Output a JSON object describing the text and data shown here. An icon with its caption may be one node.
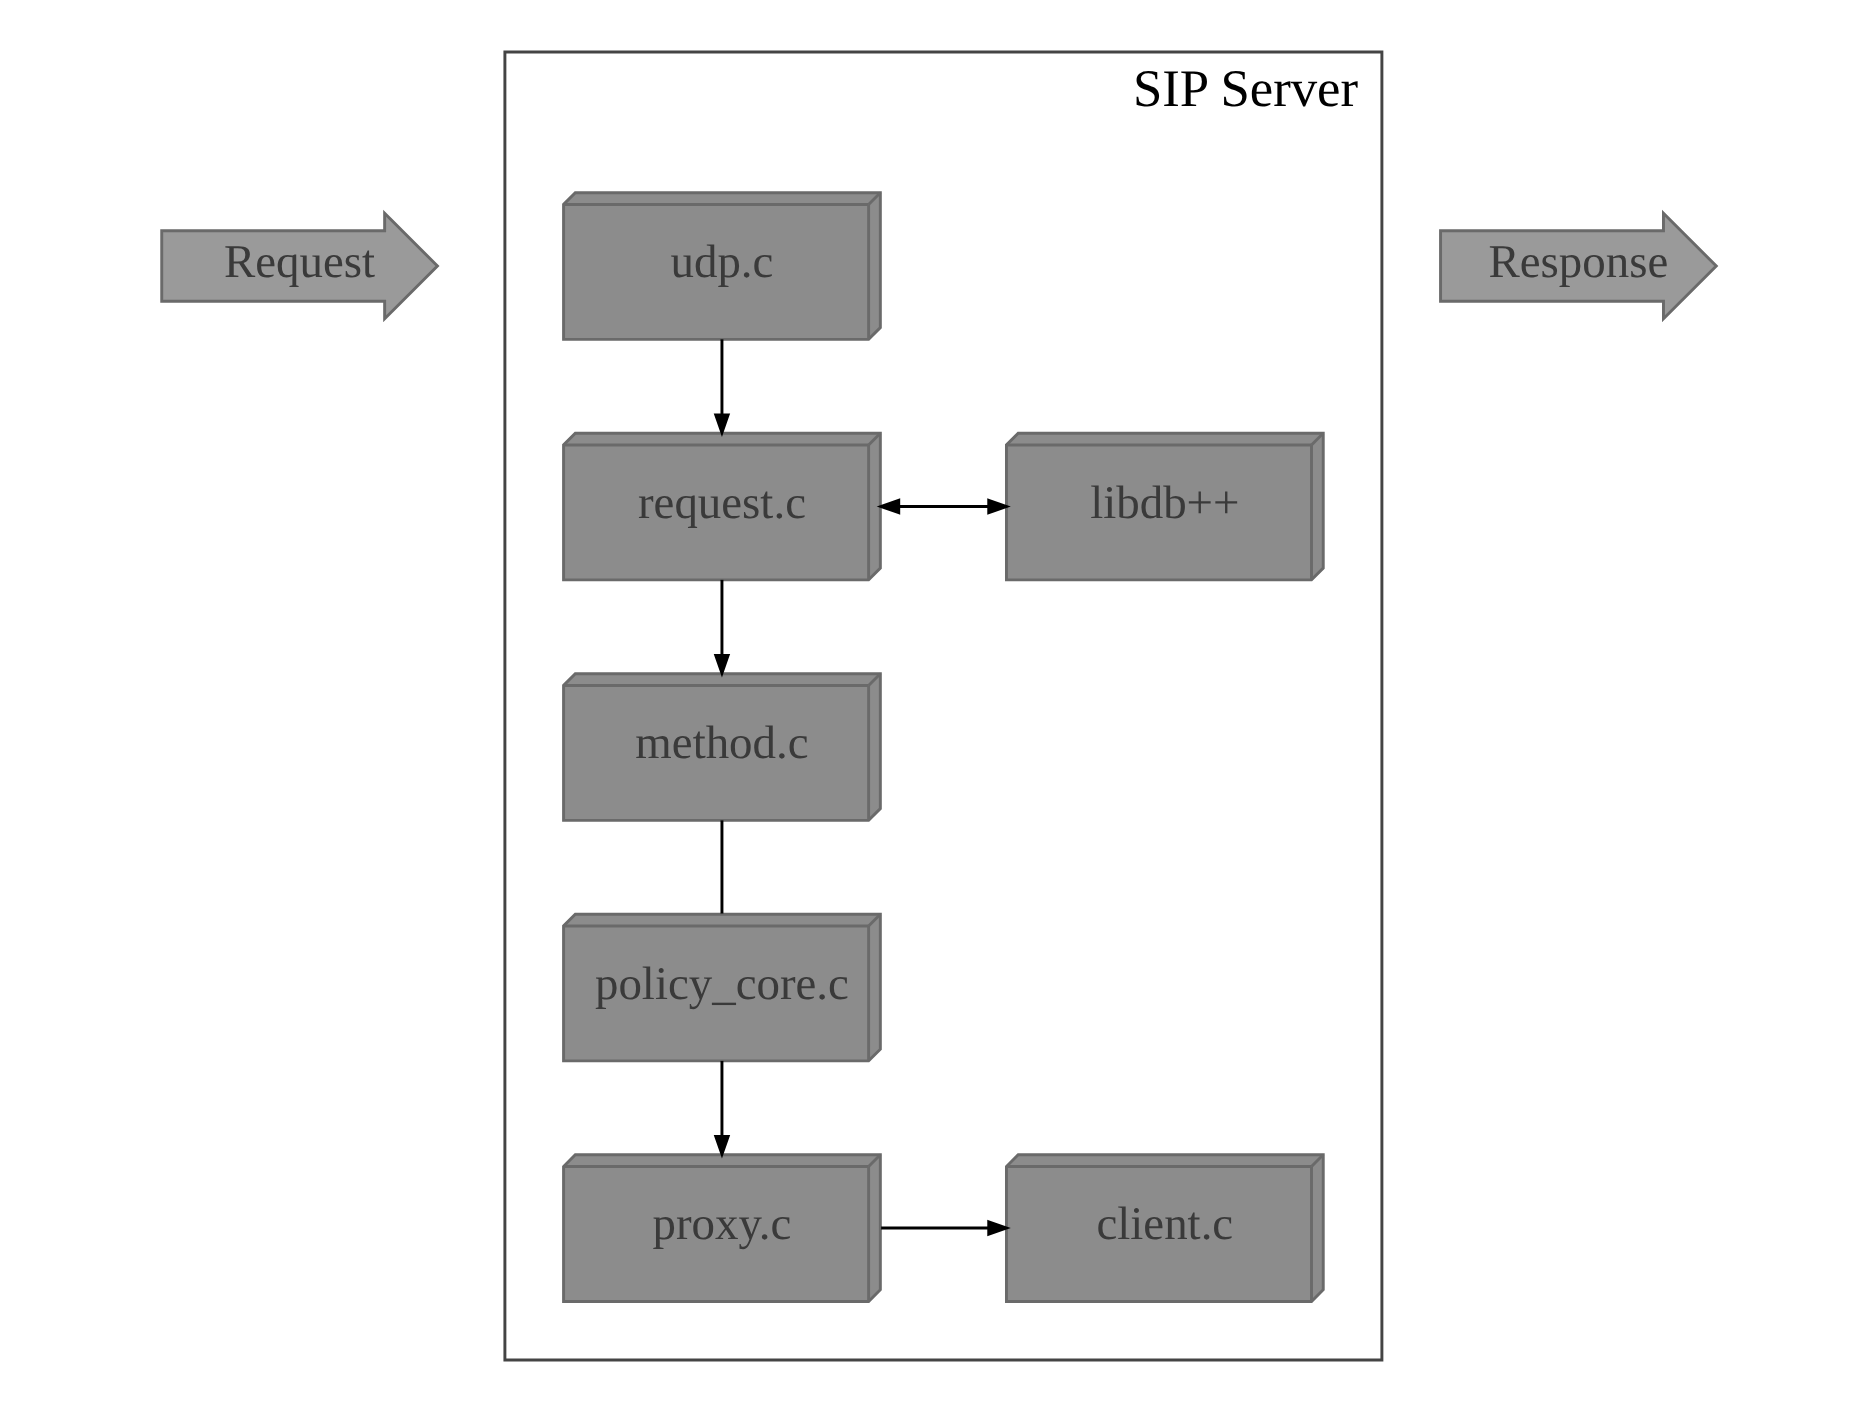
{
  "diagram": {
    "nodes": [
      {
        "text": [
          "Request"
        ]
      },
      {
        "text": [
          "SIP Server"
        ]
      },
      {
        "text": [
          "udp.c"
        ],
        "in": 1
      },
      {
        "text": [
          "request.c"
        ],
        "in": 1
      },
      {
        "text": [
          "libdb++"
        ],
        "in": 1
      },
      {
        "text": [
          "method.c"
        ],
        "in": 1
      },
      {
        "text": [
          "policy_core.c"
        ],
        "in": 1
      },
      {
        "text": [
          "proxy.c"
        ],
        "in": 1
      },
      {
        "text": [
          "client.c"
        ],
        "in": 1
      },
      {
        "text": [
          "Response"
        ]
      }
    ],
    "edges": [
      {
        "from": 2,
        "to": 3,
        "arrow": "to"
      },
      {
        "from": 3,
        "to": 4,
        "arrow": "both"
      },
      {
        "from": 3,
        "to": 5,
        "arrow": "to"
      },
      {
        "from": 5,
        "to": 6,
        "arrow": "none"
      },
      {
        "from": 6,
        "to": 7,
        "arrow": "to"
      },
      {
        "from": 7,
        "to": 8,
        "arrow": "to"
      }
    ]
  }
}
